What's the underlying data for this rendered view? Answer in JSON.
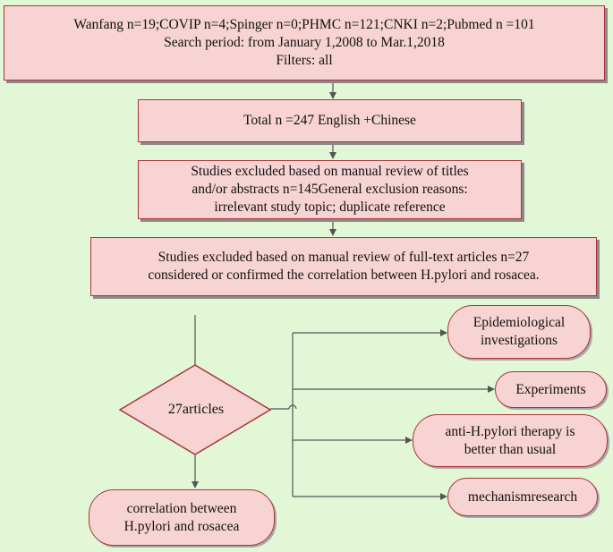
{
  "colors": {
    "background": "#e2f7d6",
    "node_fill": "#f7d3d3",
    "node_border": "#a9373b",
    "arrow": "#555555"
  },
  "sources_box": {
    "line1": "Wanfang n=19;COVIP n=4;Spinger  n=0;PHMC  n=121;CNKI  n=2;Pubmed n =101",
    "line2": "Search period: from January 1,2008 to Mar.1,2018",
    "line3": "Filters: all"
  },
  "total_box": {
    "line1": "Total  n =247  English +Chinese"
  },
  "exclusion_box": {
    "line1": "Studies excluded based on manual review of titles",
    "line2": "and/or abstracts n=145General exclusion reasons:",
    "line3": "irrelevant study topic; duplicate reference"
  },
  "fulltext_box": {
    "line1": "Studies excluded based on manual review of full-text articles  n=27",
    "line2": "considered or confirmed the correlation between H.pylori and rosacea."
  },
  "decision": {
    "label": "27articles"
  },
  "categories": {
    "epidemiological": {
      "line1": "Epidemiological",
      "line2": "investigations"
    },
    "experiments": {
      "line1": "Experiments"
    },
    "therapy": {
      "line1": "anti-H.pylori therapy is",
      "line2": "better than usual"
    },
    "mechanism": {
      "line1": "mechanismresearch"
    }
  },
  "conclusion": {
    "line1": "correlation between",
    "line2": "H.pylori and rosacea"
  }
}
